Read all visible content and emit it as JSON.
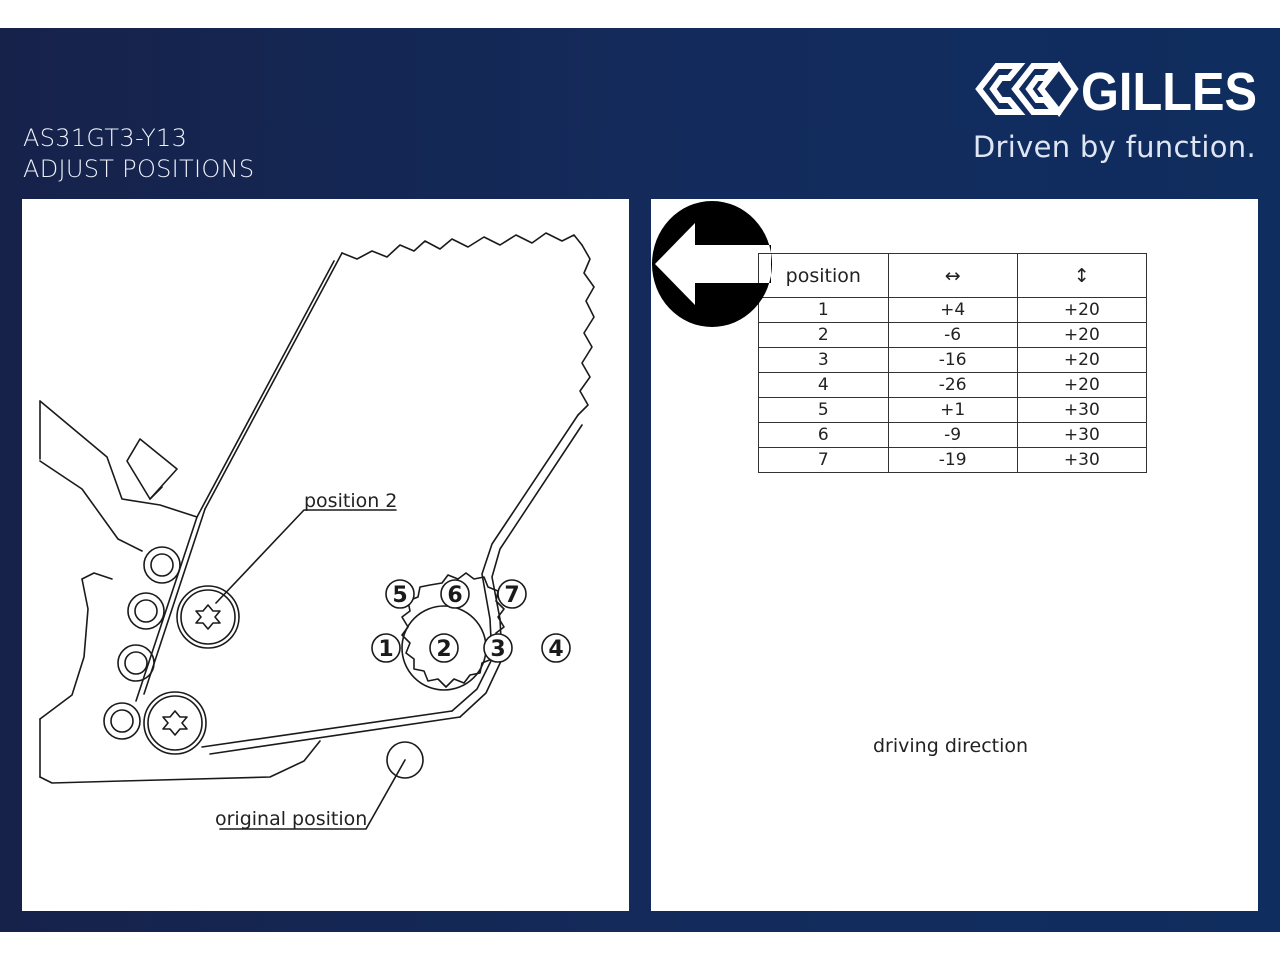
{
  "header": {
    "part_number": "AS31GT3-Y13",
    "subtitle": "ADJUST POSITIONS"
  },
  "brand": {
    "name": "GILLES",
    "tagline": "Driven by function."
  },
  "diagram": {
    "position_labels": [
      "1",
      "2",
      "3",
      "4",
      "5",
      "6",
      "7"
    ],
    "callout_position": "position 2",
    "callout_original": "original position"
  },
  "table": {
    "headers": [
      "position",
      "↔",
      "↕"
    ],
    "rows": [
      [
        "1",
        "+4",
        "+20"
      ],
      [
        "2",
        "-6",
        "+20"
      ],
      [
        "3",
        "-16",
        "+20"
      ],
      [
        "4",
        "-26",
        "+20"
      ],
      [
        "5",
        "+1",
        "+30"
      ],
      [
        "6",
        "-9",
        "+30"
      ],
      [
        "7",
        "-19",
        "+30"
      ]
    ]
  },
  "driving": {
    "label": "driving direction",
    "icon": "arrow-left-icon"
  },
  "colors": {
    "background": "#132b5c",
    "panel": "#ffffff",
    "line": "#1a1a1a"
  }
}
